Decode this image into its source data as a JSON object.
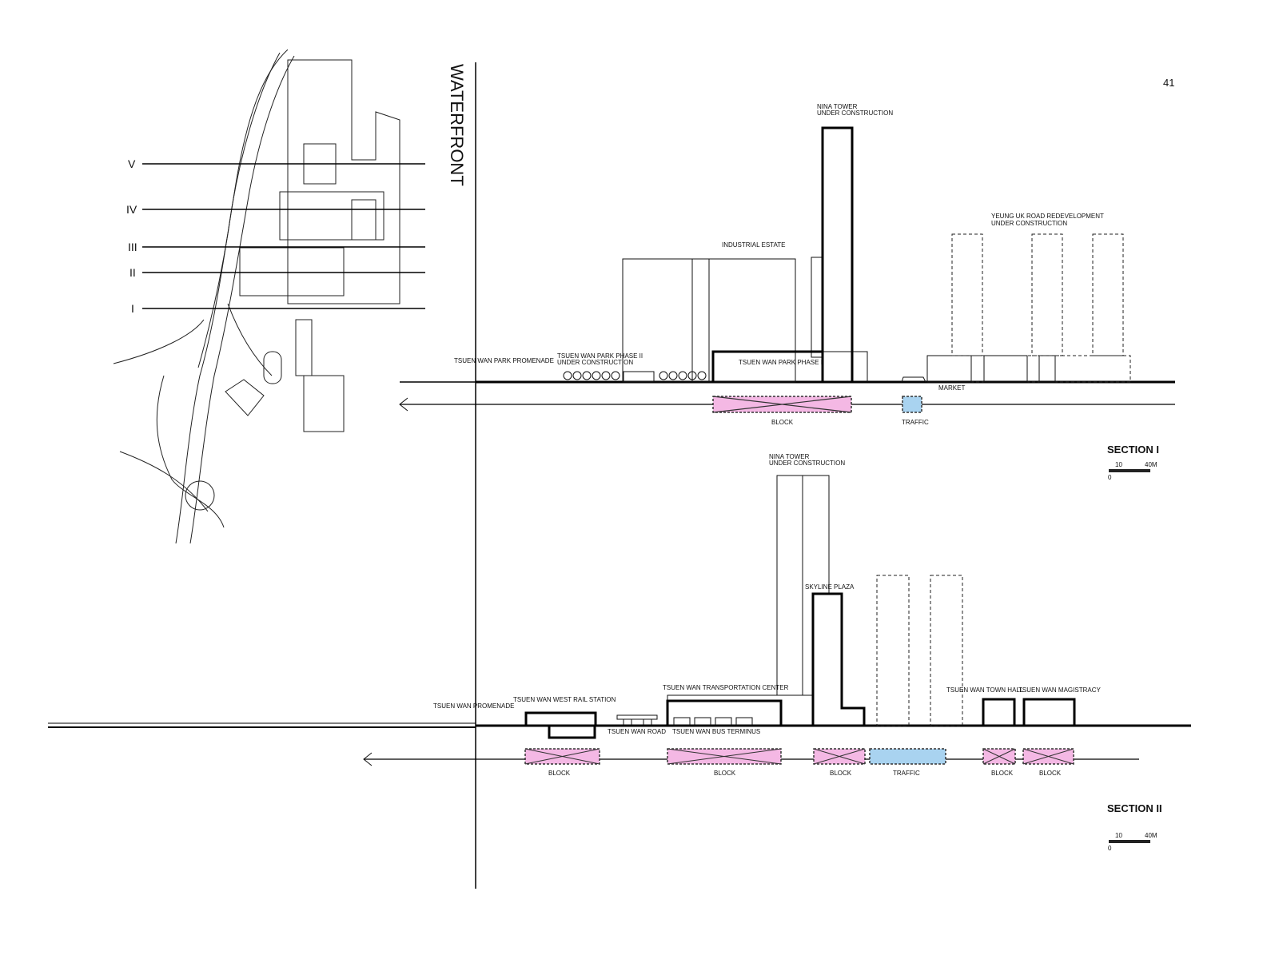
{
  "page_number": "41",
  "waterfront_label": "WATERFRONT",
  "map": {
    "section_markers": [
      "V",
      "IV",
      "III",
      "II",
      "I"
    ]
  },
  "section1": {
    "title": "SECTION I",
    "scale": {
      "zero": "0",
      "mid": "10",
      "end": "40M"
    },
    "labels": {
      "nina_tower": "NINA TOWER",
      "nina_under": "UNDER CONSTRUCTION",
      "industrial": "INDUSTRIAL ESTATE",
      "yeung_uk": "YEUNG UK ROAD REDEVELOPMENT",
      "yeung_under": "UNDER CONSTRUCTION",
      "promenade": "TSUEN WAN PARK PROMENADE",
      "park2": "TSUEN WAN PARK PHASE II",
      "park2_under": "UNDER CONSTRUCTION",
      "park1": "TSUEN WAN PARK PHASE I",
      "market": "MARKET",
      "block": "BLOCK",
      "traffic": "TRAFFIC"
    }
  },
  "section2": {
    "title": "SECTION II",
    "scale": {
      "zero": "0",
      "mid": "10",
      "end": "40M"
    },
    "labels": {
      "nina_tower": "NINA TOWER",
      "nina_under": "UNDER CONSTRUCTION",
      "skyline": "SKYLINE PLAZA",
      "promenade": "TSUEN WAN PROMENADE",
      "rail": "TSUEN WAN WEST RAIL STATION",
      "transport": "TSUEN WAN TRANSPORTATION CENTER",
      "road": "TSUEN WAN ROAD",
      "bus": "TSUEN WAN BUS TERMINUS",
      "townhall": "TSUEN WAN TOWN HALL",
      "magistracy": "TSUEN WAN MAGISTRACY",
      "blocks": [
        "BLOCK",
        "BLOCK",
        "BLOCK",
        "BLOCK",
        "BLOCK"
      ],
      "traffic": "TRAFFIC"
    }
  },
  "colors": {
    "block": "#f4b8e4",
    "traffic": "#a9d3f0"
  }
}
